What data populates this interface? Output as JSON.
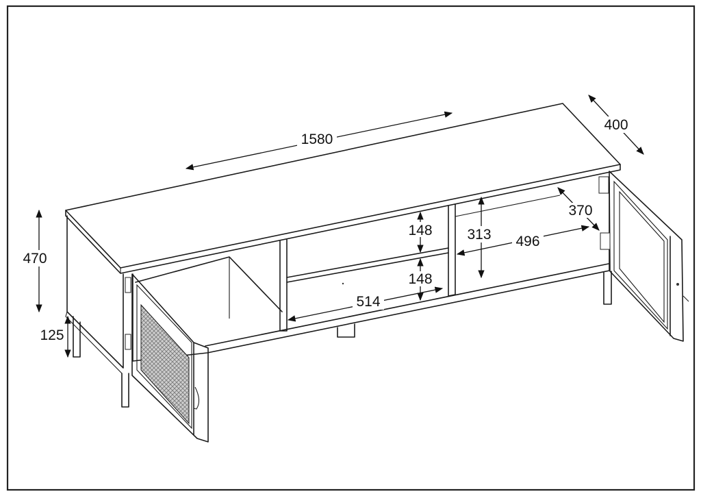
{
  "diagram": {
    "subject": "TV cabinet with two hinged doors and open shelves",
    "units": "mm",
    "dimensions": {
      "width": "1580",
      "depth_top": "400",
      "total_height": "470",
      "leg_height": "125",
      "shelf_upper": "148",
      "shelf_lower": "148",
      "right_compartment_height": "313",
      "inner_depth": "370",
      "right_compartment_width": "496",
      "middle_compartment_width": "514"
    }
  }
}
